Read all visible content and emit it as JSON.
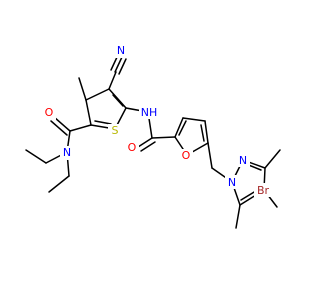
{
  "colors": {
    "bond": "#000000",
    "N": "#0000ff",
    "O": "#ff0000",
    "S": "#b8b800",
    "Br": "#a52a2a",
    "background": "#ffffff"
  },
  "atoms": {
    "a_s": {
      "label": "S",
      "element": "S"
    },
    "a_o1": {
      "label": "O",
      "element": "O"
    },
    "a_o2": {
      "label": "O",
      "element": "O"
    },
    "a_o3": {
      "label": "O",
      "element": "O"
    },
    "a_n1": {
      "label": "N",
      "element": "N"
    },
    "a_nh": {
      "label": "NH",
      "element": "N"
    },
    "a_n3": {
      "label": "N",
      "element": "N"
    },
    "a_npz1": {
      "label": "N",
      "element": "N"
    },
    "a_npz2": {
      "label": "N",
      "element": "N"
    },
    "a_br": {
      "label": "Br",
      "element": "Br"
    }
  }
}
